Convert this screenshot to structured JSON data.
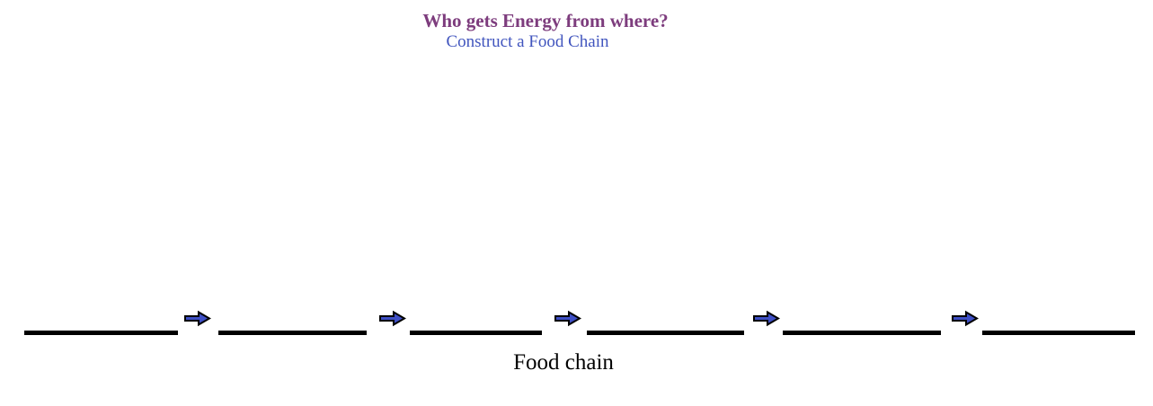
{
  "header": {
    "title": "Who gets Energy from where?",
    "subtitle": "Construct a Food Chain",
    "title_color": "#7d3c7d",
    "subtitle_color": "#4155be"
  },
  "food_chain": {
    "label": "Food chain",
    "blanks_count": 6,
    "arrows_count": 5,
    "arrow_icon": "right-block-arrow",
    "arrow_color": "#3e4fc5",
    "line_color": "#000000"
  }
}
